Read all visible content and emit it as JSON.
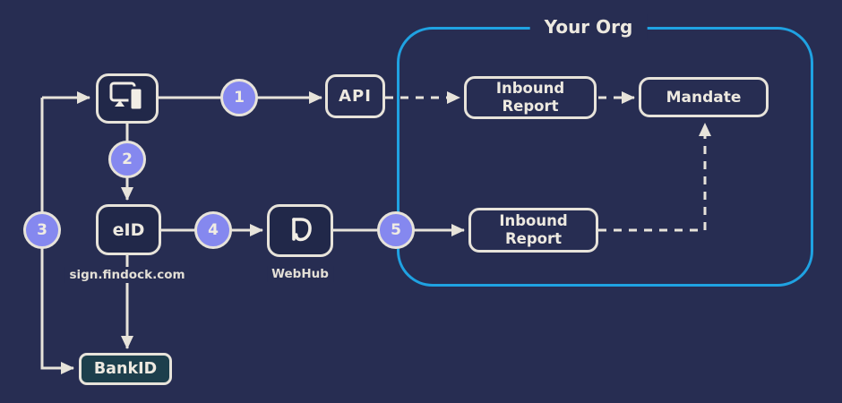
{
  "diagram": {
    "container_title": "Your Org",
    "steps": [
      "1",
      "2",
      "3",
      "4",
      "5"
    ],
    "nodes": {
      "devices": {
        "icon": "devices-icon"
      },
      "api": {
        "label": "API"
      },
      "eid": {
        "label": "eID",
        "sublabel": "sign.findock.com"
      },
      "webhub": {
        "icon": "findock-logo-icon",
        "sublabel": "WebHub"
      },
      "bankid": {
        "label": "BankID"
      },
      "inbound_report_top": {
        "line1": "Inbound",
        "line2": "Report"
      },
      "inbound_report_bottom": {
        "line1": "Inbound",
        "line2": "Report"
      },
      "mandate": {
        "label": "Mandate"
      }
    },
    "colors": {
      "background": "#272D52",
      "line": "#E7E3DA",
      "step_circle_fill": "#8588EF",
      "org_border": "#1FA2E2",
      "bankid_fill": "#1D3F4C",
      "icon_box_fill": "#212849"
    }
  }
}
